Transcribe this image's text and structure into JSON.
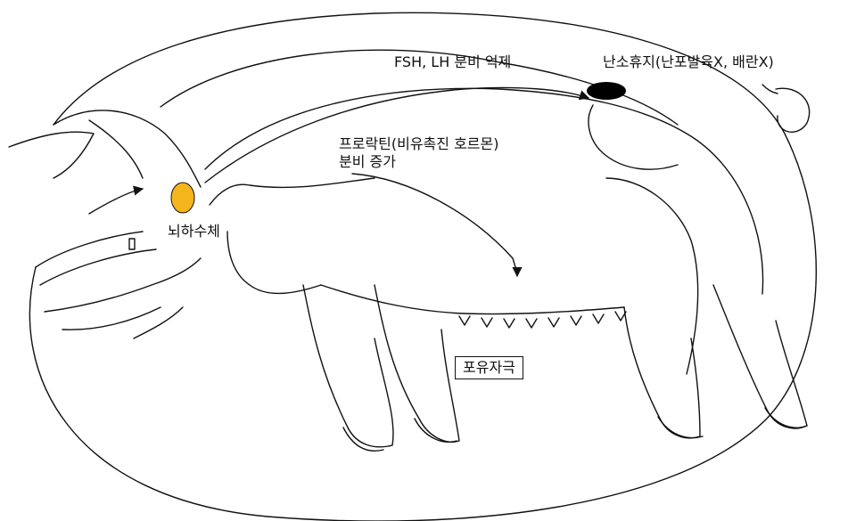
{
  "labels": {
    "suppression": "FSH, LH 분비 억제",
    "ovary": "난소휴지(난포발육X, 배란X)",
    "prolactin_line1": "프로락틴(비유촉진 호르몬)",
    "prolactin_line2": "분비 증가",
    "pituitary": "뇌하수체",
    "suckling": "포유자극"
  },
  "colors": {
    "pituitary": "#f5b51c",
    "ovary": "#000000",
    "line": "#111111"
  }
}
